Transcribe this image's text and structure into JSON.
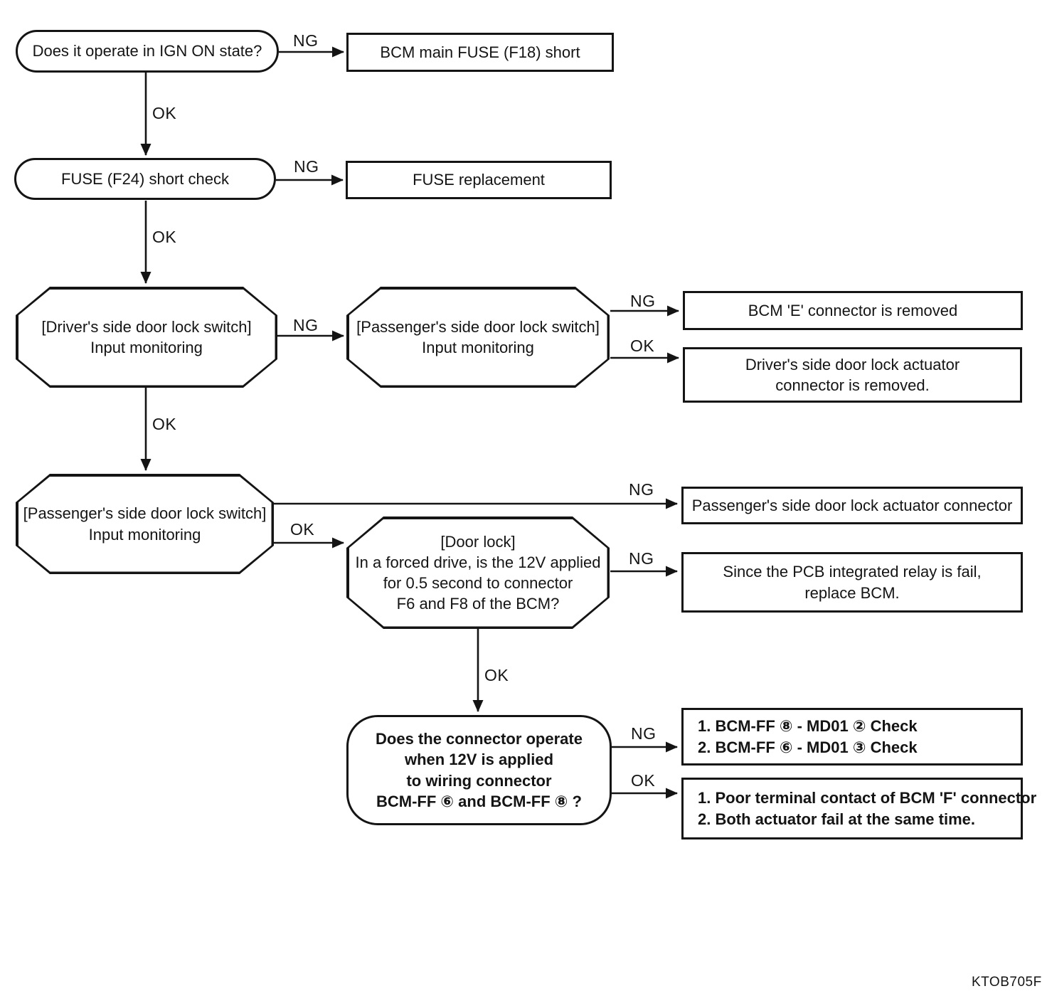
{
  "labels": {
    "ng": "NG",
    "ok": "OK"
  },
  "footer": {
    "code": "KTOB705F"
  },
  "nodes": {
    "ign_check": {
      "lines": [
        "Does it operate in IGN ON state?"
      ]
    },
    "bcm_main_fuse": {
      "lines": [
        "BCM main FUSE (F18) short"
      ]
    },
    "fuse_f24_check": {
      "lines": [
        "FUSE (F24) short check"
      ]
    },
    "fuse_replacement": {
      "lines": [
        "FUSE replacement"
      ]
    },
    "driver_switch_monitor": {
      "lines": [
        "[Driver's side door lock switch]",
        "Input monitoring"
      ]
    },
    "passenger_switch_monitor_1": {
      "lines": [
        "[Passenger's side door lock switch]",
        "Input monitoring"
      ]
    },
    "bcm_e_connector": {
      "lines": [
        "BCM 'E' connector is removed"
      ]
    },
    "driver_actuator_connector": {
      "lines": [
        "Driver's side door lock actuator",
        "connector is removed."
      ]
    },
    "passenger_switch_monitor_2": {
      "lines": [
        "[Passenger's side door lock switch]",
        "Input monitoring"
      ]
    },
    "passenger_actuator_connector": {
      "lines": [
        "Passenger's side door lock actuator connector"
      ]
    },
    "door_lock_forced_drive": {
      "lines": [
        "[Door lock]",
        "In a forced drive, is the 12V applied",
        "for 0.5 second to connector",
        "F6 and F8 of the BCM?"
      ]
    },
    "pcb_relay_fail": {
      "lines": [
        "Since the PCB integrated relay is fail,",
        "replace BCM."
      ]
    },
    "connector_12v_check": {
      "lines": [
        "Does the connector operate",
        "when 12V is applied",
        "to wiring connector",
        "BCM-FF ⑥ and BCM-FF ⑧ ?"
      ]
    },
    "bcm_md01_check": {
      "lines": [
        "1. BCM-FF ⑧ - MD01 ② Check",
        "2. BCM-FF ⑥ - MD01 ③ Check"
      ]
    },
    "poor_contact": {
      "lines": [
        "1. Poor terminal contact of BCM 'F' connector",
        "2. Both actuator fail at the same time."
      ]
    }
  }
}
